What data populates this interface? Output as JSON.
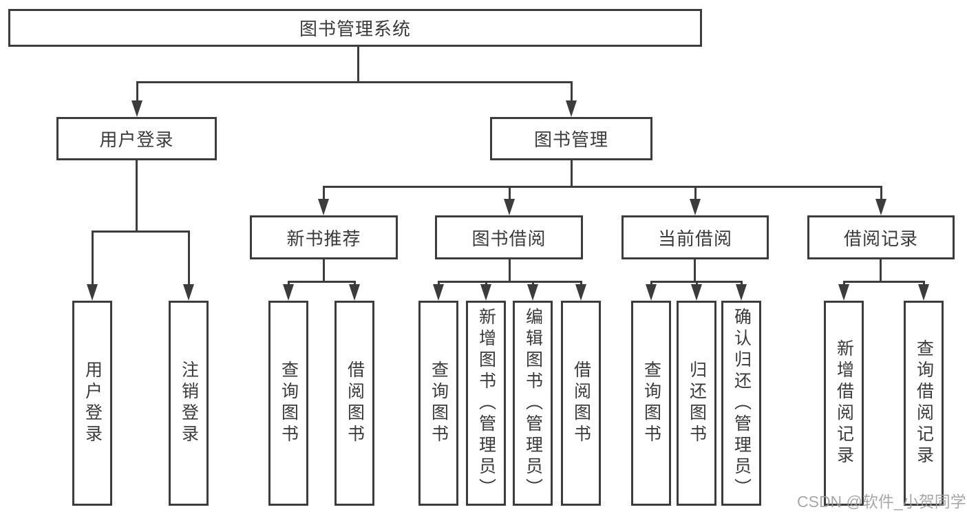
{
  "diagram_type": "tree",
  "tree": {
    "root": {
      "label": "图书管理系统"
    },
    "branches": [
      {
        "label": "用户登录",
        "children": [
          {
            "label": "用户登录"
          },
          {
            "label": "注销登录"
          }
        ]
      },
      {
        "label": "图书管理",
        "sections": [
          {
            "label": "新书推荐",
            "children": [
              {
                "label": "查询图书"
              },
              {
                "label": "借阅图书"
              }
            ]
          },
          {
            "label": "图书借阅",
            "children": [
              {
                "label": "查询图书"
              },
              {
                "label": "新增图书（管理员）"
              },
              {
                "label": "编辑图书（管理员）"
              },
              {
                "label": "借阅图书"
              }
            ]
          },
          {
            "label": "当前借阅",
            "children": [
              {
                "label": "查询图书"
              },
              {
                "label": "归还图书"
              },
              {
                "label": "确认归还（管理员）"
              }
            ]
          },
          {
            "label": "借阅记录",
            "children": [
              {
                "label": "新增借阅记录"
              },
              {
                "label": "查询借阅记录"
              }
            ]
          }
        ]
      }
    ]
  },
  "watermark": {
    "text": "CSDN @软件_小贺同学"
  },
  "colors": {
    "line": "#3c3c3c",
    "text": "#3a3a3a",
    "box_bg": "#ffffff",
    "watermark": "#9c9c9c",
    "background": "#ffffff"
  }
}
